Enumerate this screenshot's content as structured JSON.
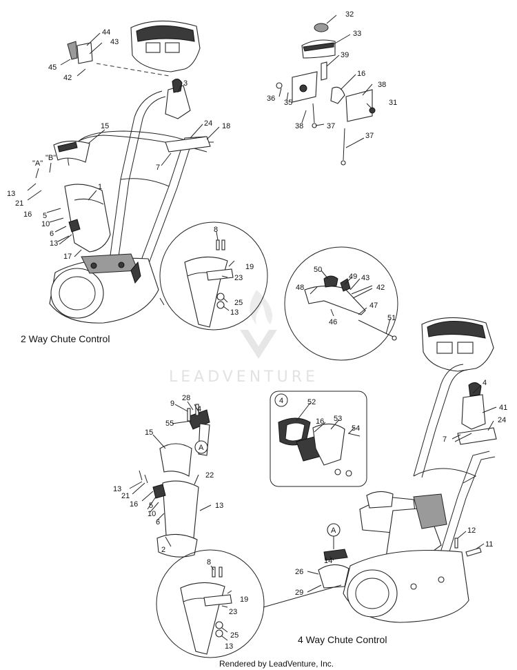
{
  "titles": {
    "two_way": "2 Way Chute Control",
    "four_way": "4 Way Chute Control"
  },
  "watermark": "LEADVENTURE",
  "footer": "Rendered by LeadVenture, Inc.",
  "inset_badge": "4",
  "ref_badge_top": "A",
  "ref_badge_bottom": "A",
  "ref_arrow_a": "\"A\"",
  "ref_arrow_b": "\"B\"",
  "callouts": {
    "c32": "32",
    "c33": "33",
    "c39": "39",
    "c16a": "16",
    "c38a": "38",
    "c36": "36",
    "c35": "35",
    "c38b": "38",
    "c37a": "37",
    "c31": "31",
    "c37b": "37",
    "c44": "44",
    "c43a": "43",
    "c45": "45",
    "c42a": "42",
    "c3": "3",
    "c15a": "15",
    "c24a": "24",
    "c18": "18",
    "c7a": "7",
    "c13a": "13",
    "c21a": "21",
    "c16b": "16",
    "c5a": "5",
    "c10a": "10",
    "c6a": "6",
    "c13b": "13",
    "c17": "17",
    "c1": "1",
    "c8a": "8",
    "c19a": "19",
    "c23a": "23",
    "c25a": "25",
    "c13c": "13",
    "c50": "50",
    "c49": "49",
    "c43b": "43",
    "c42b": "42",
    "c48": "48",
    "c47": "47",
    "c46": "46",
    "c51": "51",
    "c9": "9",
    "c28": "28",
    "c4a": "4",
    "c55": "55",
    "c15b": "15",
    "c22": "22",
    "c13d": "13",
    "c21b": "21",
    "c16c": "16",
    "c5b": "5",
    "c10b": "10",
    "c6b": "6",
    "c13e": "13",
    "c2": "2",
    "c52": "52",
    "c16d": "16",
    "c53": "53",
    "c54": "54",
    "c4b": "4",
    "c41": "41",
    "c24b": "24",
    "c7b": "7",
    "c12": "12",
    "c11": "11",
    "c14": "14",
    "c26": "26",
    "c29": "29",
    "c8b": "8",
    "c19b": "19",
    "c23b": "23",
    "c25b": "25",
    "c13f": "13"
  }
}
